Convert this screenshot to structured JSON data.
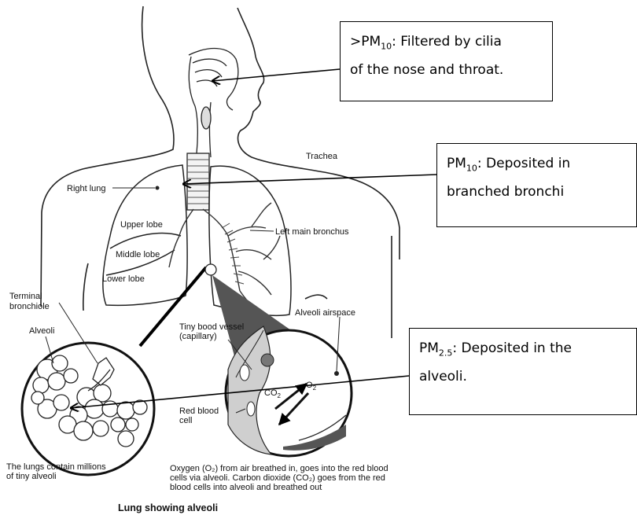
{
  "callouts": {
    "pm10_large": {
      "prefix": ">PM",
      "sub": "10",
      "line1_rest": ": Filtered by cilia",
      "line2": "of the nose and throat."
    },
    "pm10": {
      "prefix": "PM",
      "sub": "10",
      "line1_rest": ": Deposited in",
      "line2": "branched bronchi"
    },
    "pm25": {
      "prefix": "PM",
      "sub": "2.5",
      "line1_rest": ": Deposited in the",
      "line2": "alveoli."
    }
  },
  "labels": {
    "trachea": "Trachea",
    "right_lung": "Right lung",
    "upper_lobe": "Upper lobe",
    "middle_lobe": "Middle lobe",
    "lower_lobe": "Lower lobe",
    "left_main_bronchus": "Left main bronchus",
    "terminal_bronchiole_1": "Terminal",
    "terminal_bronchiole_2": "bronchiole",
    "alveoli": "Alveoli",
    "alveoli_airspace": "Alveoli airspace",
    "vessel_1": "Tiny bood vessel",
    "vessel_2": "(capillary)",
    "red_blood_1": "Red blood",
    "red_blood_2": "cell",
    "co2": "CO",
    "co2_sub": "2",
    "o2": "O",
    "o2_sub": "2"
  },
  "captions": {
    "left_1": "The lungs contain millions",
    "left_2": "of tiny alveoli",
    "right_1": "Oxygen (O₂) from air breathed in, goes into the red blood",
    "right_2": "cells via alveoli.  Carbon dioxide (CO₂) goes from the red",
    "right_3": "blood cells into alveoli and breathed out",
    "title": "Lung showing alveoli"
  }
}
